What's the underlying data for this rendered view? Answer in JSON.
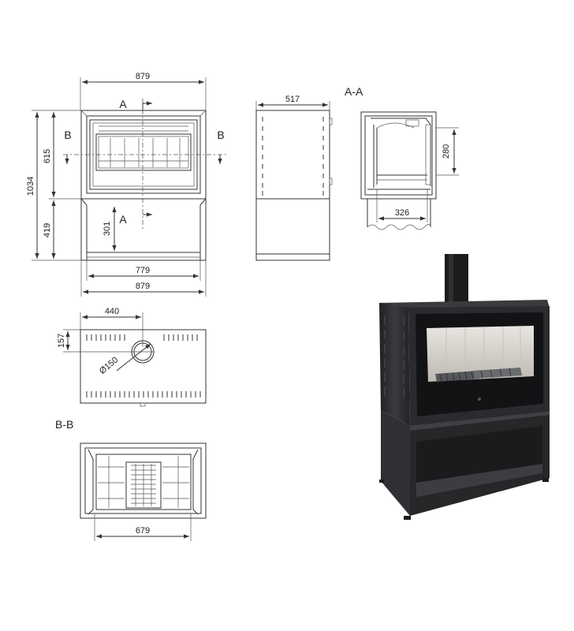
{
  "front_view": {
    "width_top": "879",
    "height_total": "1034",
    "height_upper": "615",
    "height_lower": "419",
    "height_inner": "301",
    "width_inner": "779",
    "width_bottom": "879",
    "section_a_top": "A",
    "section_a_bottom": "A",
    "section_b_left": "B",
    "section_b_right": "B"
  },
  "side_view": {
    "depth": "517"
  },
  "section_aa": {
    "title": "A-A",
    "height": "280",
    "depth_inner": "326"
  },
  "top_view": {
    "flue_offset": "440",
    "flue_depth": "157",
    "flue_diameter": "Ø150"
  },
  "section_bb": {
    "title": "B-B",
    "width_inner": "679"
  },
  "colors": {
    "line": "#333333",
    "stove_body": "#2b2c2e",
    "stove_glass": "#111214",
    "firebox": "#d9d6cf"
  }
}
